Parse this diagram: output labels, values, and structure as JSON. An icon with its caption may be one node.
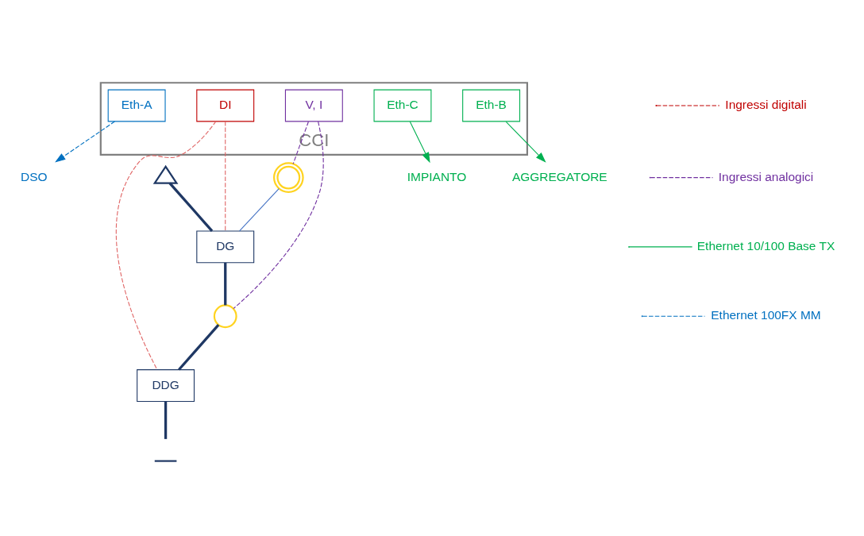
{
  "diagram": {
    "nodes": [
      {
        "text": [
          "CCI"
        ]
      },
      {
        "text": [
          "Eth-B"
        ],
        "in": 0
      },
      {
        "text": [
          "DI"
        ],
        "in": 0
      },
      {
        "text": [
          "Eth-A"
        ],
        "in": 0
      },
      {
        "text": [
          "V, I"
        ],
        "in": 0
      },
      {
        "text": [
          "Eth-C"
        ],
        "in": 0
      },
      {
        "text": [
          "AGGREGATORE"
        ]
      },
      {
        "text": [
          "DSO"
        ]
      },
      {
        "text": [
          "IMPIANTO"
        ]
      },
      {
        "text": [],
        "shape": "picture"
      },
      {
        "text": [],
        "shape": "circle"
      },
      {
        "text": [
          "DG"
        ]
      },
      {
        "text": [],
        "shape": "circle"
      },
      {
        "text": [
          "DDG"
        ]
      },
      {
        "text": [],
        "shape": "bar"
      }
    ],
    "edges": [
      {
        "from": 1,
        "to": 6,
        "arrow": "to",
        "color": "#00b050"
      },
      {
        "from": 3,
        "to": 7,
        "arrow": "to",
        "style": "dashed",
        "color": "#0070c0"
      },
      {
        "from": 5,
        "to": 8,
        "arrow": "to",
        "color": "#00b050"
      },
      {
        "from": 2,
        "to": 11,
        "arrow": "none",
        "style": "dashed",
        "color": "#e06666"
      },
      {
        "from": 2,
        "to": 13,
        "arrow": "none",
        "style": "dashed",
        "color": "#e06666"
      },
      {
        "from": 4,
        "to": 10,
        "arrow": "none",
        "style": "dashed",
        "color": "#7030a0"
      },
      {
        "from": 4,
        "to": 12,
        "arrow": "none",
        "style": "dashed",
        "color": "#7030a0"
      },
      {
        "from": 9,
        "to": 11,
        "arrow": "none",
        "style": "thick"
      },
      {
        "from": 10,
        "to": 11,
        "arrow": "none",
        "color": "#4472c4"
      },
      {
        "from": 11,
        "to": 12,
        "arrow": "none",
        "style": "thick"
      },
      {
        "from": 12,
        "to": 13,
        "arrow": "none",
        "style": "thick"
      },
      {
        "from": 13,
        "to": 14,
        "arrow": "none",
        "style": "thick"
      }
    ],
    "legend": [
      {
        "text": "Ingressi digitali"
      },
      {
        "text": "Ingressi analogici"
      },
      {
        "text": "Ethernet 10/100 Base TX"
      },
      {
        "text": "Ethernet 100FX MM"
      }
    ]
  }
}
